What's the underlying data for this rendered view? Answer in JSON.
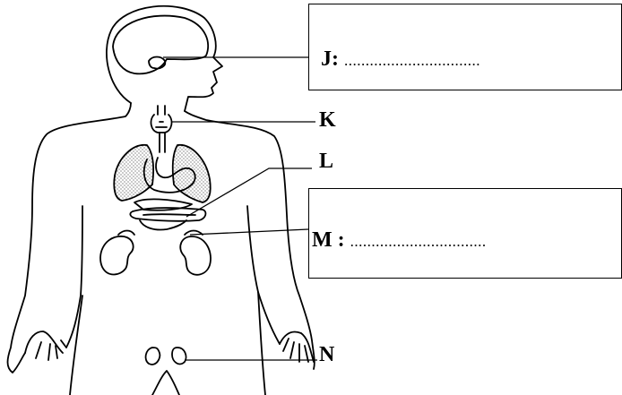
{
  "labels": {
    "j": {
      "letter": "J:",
      "blank": "................................"
    },
    "k": {
      "letter": "K"
    },
    "l": {
      "letter": "L"
    },
    "m": {
      "letter": "M :",
      "blank": "................................"
    },
    "n": {
      "letter": "N"
    }
  }
}
